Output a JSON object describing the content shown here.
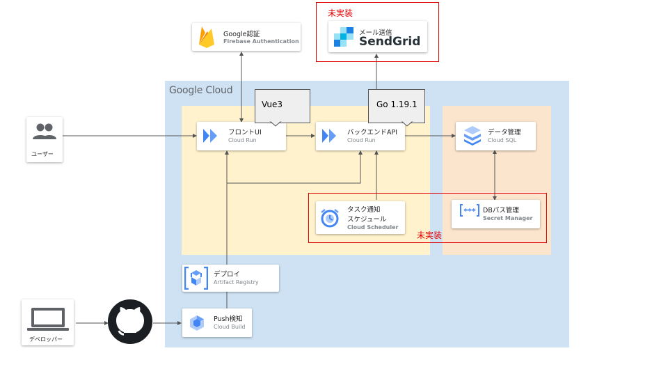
{
  "platform": {
    "label": "Google Cloud"
  },
  "user": {
    "label": "ユーザー",
    "icon": "people-icon"
  },
  "developer": {
    "label": "デベロッパー",
    "icon": "laptop-icon"
  },
  "github": {
    "icon": "github-icon"
  },
  "services": {
    "firebase": {
      "title": "Google認証",
      "subtitle": "Firebase Authentication",
      "icon": "firebase-icon"
    },
    "sendgrid": {
      "title": "メール送信",
      "subtitle": "SendGrid",
      "icon": "sendgrid-icon"
    },
    "frontend": {
      "title": "フロントUI",
      "subtitle": "Cloud Run",
      "icon": "cloud-run-icon"
    },
    "backend": {
      "title": "バックエンドAPI",
      "subtitle": "Cloud Run",
      "icon": "cloud-run-icon"
    },
    "database": {
      "title": "データ管理",
      "subtitle": "Cloud SQL",
      "icon": "cloud-sql-icon"
    },
    "scheduler": {
      "title": "タスク通知",
      "title2": "スケジュール",
      "subtitle": "Cloud Scheduler",
      "icon": "cloud-scheduler-icon"
    },
    "secret": {
      "title": "DBパス管理",
      "subtitle": "Secret Manager",
      "icon": "secret-manager-icon"
    },
    "registry": {
      "title": "デプロイ",
      "subtitle": "Artifact Registry",
      "icon": "artifact-registry-icon"
    },
    "build": {
      "title": "Push検知",
      "subtitle": "Cloud Build",
      "icon": "cloud-build-icon"
    }
  },
  "callouts": {
    "frontend": "Vue3",
    "backend": "Go 1.19.1"
  },
  "notes": {
    "unimplemented_top": "未実装",
    "unimplemented_bottom": "未実装"
  },
  "colors": {
    "gcp_bg": "#cfe2f3",
    "app_zone": "#fff2cc",
    "db_zone": "#fce5cd",
    "warn": "#e00000",
    "gcp_blue": "#4285f4"
  }
}
